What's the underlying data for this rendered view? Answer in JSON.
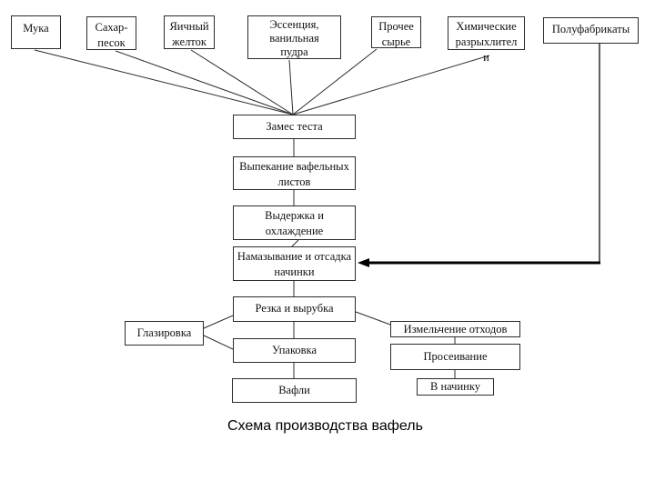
{
  "diagram": {
    "caption": "Схема производства вафель",
    "ingredients": {
      "flour": "Мука",
      "sugar": "Сахар-\nпесок",
      "egg_yolk": "Яичный\nжелток",
      "essence": "Эссенция,\nванильная\nпудра",
      "other_raw": "Прочее\nсырье",
      "chemical_leavening": "Химические\nразрыхлител\nи",
      "semi_finished": "Полуфабрикаты"
    },
    "steps": {
      "kneading": "Замес теста",
      "baking": "Выпекание вафельных\nлистов",
      "cooling": "Выдержка и\nохлаждение",
      "spreading": "Намазывание и отсадка\nначинки",
      "cutting": "Резка и вырубка",
      "glazing": "Глазировка",
      "waste_grinding": "Измельчение отходов",
      "packing": "Упаковка",
      "sifting": "Просеивание",
      "wafers": "Вафли",
      "into_filling": "В начинку"
    }
  }
}
